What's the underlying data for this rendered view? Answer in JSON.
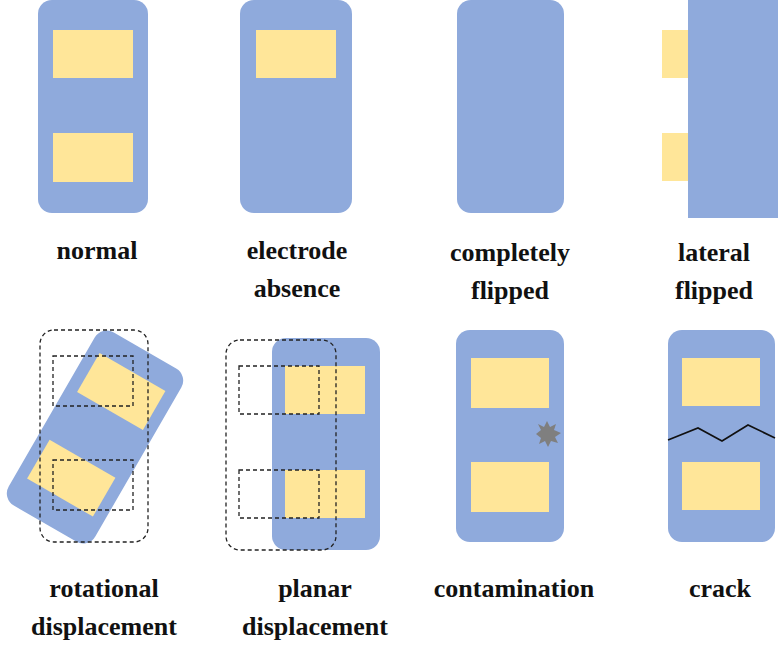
{
  "diagram": {
    "labels": [
      "normal",
      "electrode absence",
      "completely flipped",
      "lateral flipped",
      "rotational displacement",
      "planar displacement",
      "contamination",
      "crack"
    ]
  }
}
